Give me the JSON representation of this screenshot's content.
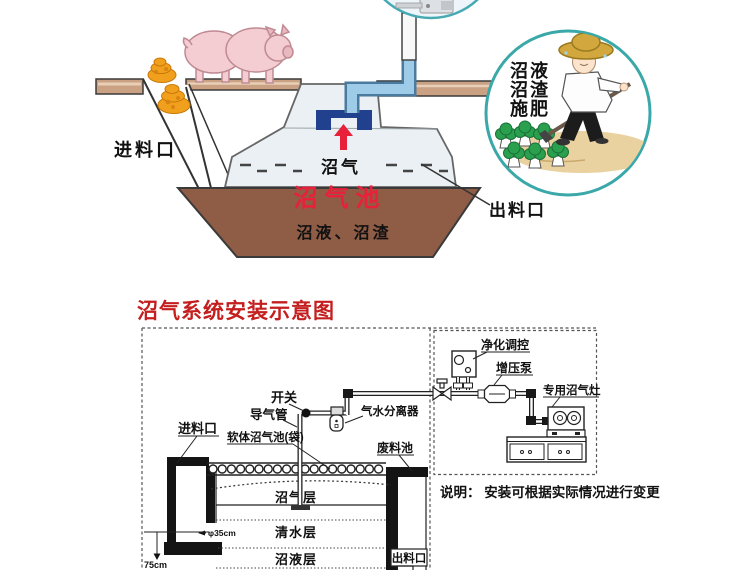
{
  "colors": {
    "accent_red": "#e8203a",
    "title_red": "#c41e1e",
    "teal_circle": "#3aa8a8",
    "pipe_blue": "#9ecbe8",
    "pipe_blue_edge": "#4a7a9e",
    "fitting_dark_blue": "#21418f",
    "soil_brown": "#8f5c46",
    "ground_tan": "#cba183",
    "manure_orange": "#f0a01c",
    "vegetable_green": "#2aa04e",
    "line_black": "#1a1a1a"
  },
  "top": {
    "inlet_label": "进料口",
    "biogas_label": "沼气",
    "digester_label": "沼气池",
    "slurry_label": "沼液、沼渣",
    "outlet_label": "出料口",
    "cycle": [
      "沼液",
      "沼渣",
      "施肥"
    ]
  },
  "schematic": {
    "title": "沼气系统安装示意图",
    "switch": "开关",
    "gas_pipe": "导气管",
    "separator": "气水分离器",
    "soft_digester": "软体沼气池(袋)",
    "inlet": "进料口",
    "waste_pool": "废料池",
    "purifier": "净化调控",
    "pump": "增压泵",
    "stove": "专用沼气灶",
    "gas_layer": "沼气层",
    "water_layer": "清水层",
    "slurry_layer": "沼液层",
    "outlet": "出料口",
    "dim_inlet": "φ35cm",
    "dim_depth": "75cm",
    "note": "说明： 安装可根据实际情况进行变更"
  }
}
